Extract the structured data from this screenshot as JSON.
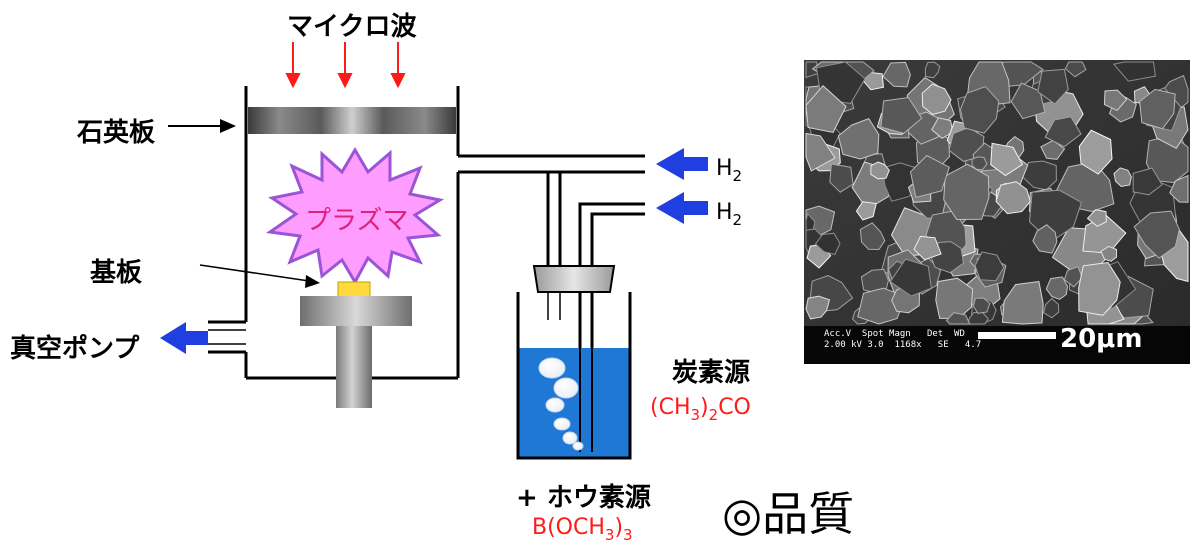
{
  "labels": {
    "microwave": "マイクロ波",
    "quartz_plate": "石英板",
    "plasma": "プラズマ",
    "substrate": "基板",
    "vacuum_pump": "真空ポンプ",
    "h2_label_1": "H",
    "h2_label_2": "H",
    "h2_subscript": "2",
    "carbon_source": "炭素源",
    "boron_source": "+ ホウ素源",
    "quality": "◎品質"
  },
  "formulas": {
    "acetone": {
      "a": "(CH",
      "b": "3",
      "c": ")",
      "d": "2",
      "e": "CO"
    },
    "trimethyl_borate": {
      "a": "B(OCH",
      "b": "3",
      "c": ")",
      "d": "3"
    }
  },
  "sem": {
    "line1_left": "Acc.V  Spot Magn   Det  WD",
    "line2_left": "2.00 kV 3.0  1168x   SE   4.7",
    "scale_text": "20μm"
  },
  "colors": {
    "red": "#ff1a1a",
    "blue_arrow": "#1f3fe0",
    "plasma_fill": "#ff9cff",
    "plasma_stroke": "#9a55d6",
    "liquid": "#1e78d4"
  }
}
